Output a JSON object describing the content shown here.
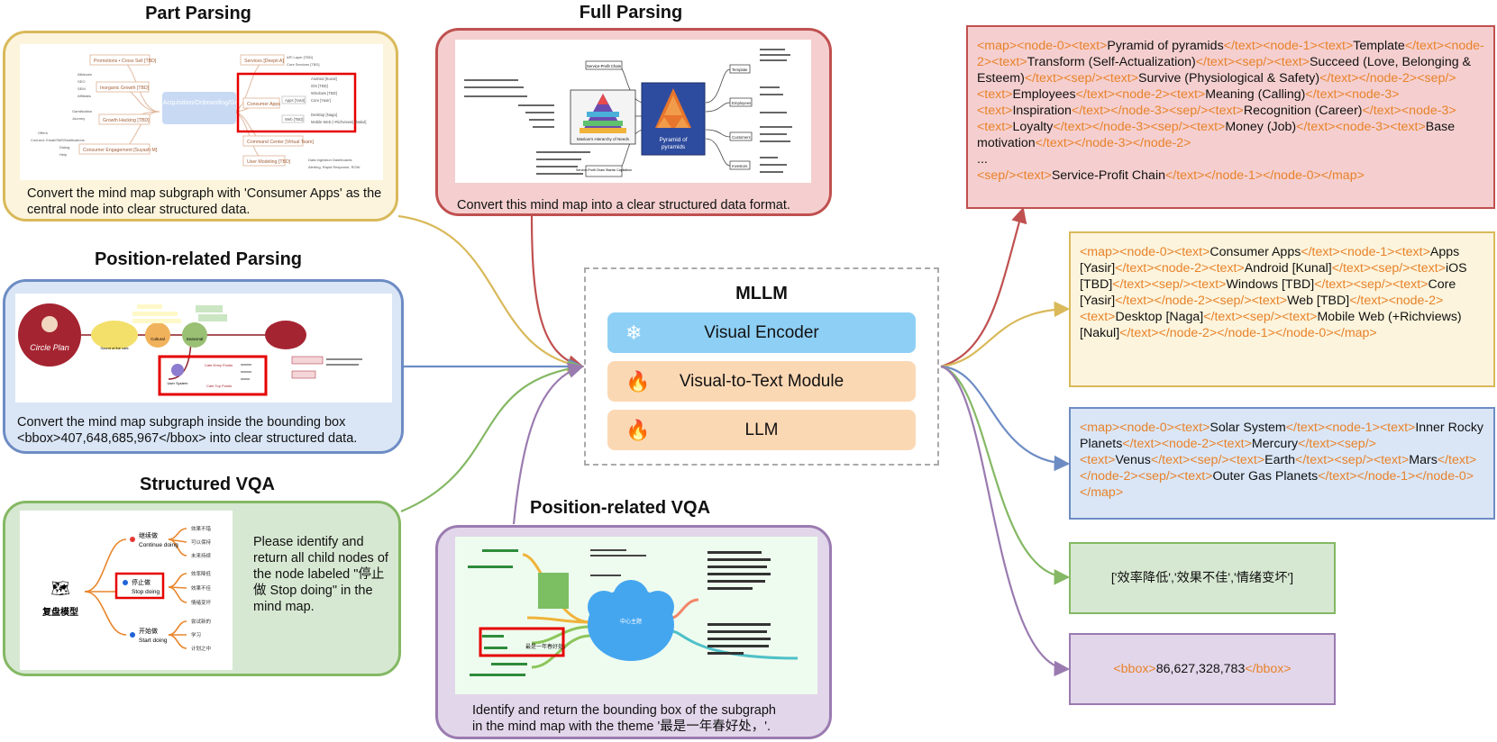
{
  "sections": {
    "part_parsing": "Part Parsing",
    "full_parsing": "Full Parsing",
    "position_parsing": "Position-related Parsing",
    "structured_vqa": "Structured VQA",
    "position_vqa": "Position-related VQA"
  },
  "captions": {
    "part_parsing": "Convert the mind map subgraph with 'Consumer Apps' as the central node into clear structured data.",
    "full_parsing": "Convert this mind map into a clear structured data format.",
    "position_parsing_1": "Convert the mind map subgraph inside the bounding box",
    "position_parsing_2": "<bbox>407,648,685,967</bbox> into clear structured data.",
    "structured_vqa": "Please identify and return all child nodes of the node labeled \"停止做 Stop doing\" in the mind map.",
    "position_vqa_1": "Identify and return the bounding box of the subgraph",
    "position_vqa_2": "in the mind map with the theme '最是一年春好处，'."
  },
  "mllm": {
    "title": "MLLM",
    "visual_encoder": "Visual Encoder",
    "v2t_module": "Visual-to-Text Module",
    "llm": "LLM",
    "frozen_icon": "snowflake-icon",
    "trainable_icon": "fire-icon"
  },
  "thumbs": {
    "part": {
      "center": "User Acquisition/Onboarding/Growth",
      "left_nodes": [
        "Promotions • Cross Sell [TBD]",
        "Inorganic Growth [TBD]",
        "Growth Hacking [TBD]",
        "Consumer Engagement [Suyash M]"
      ],
      "right_nodes": [
        "Services [Deepti A]",
        "Consumer Apps",
        "Command Center [Virtual Team]",
        "User Modeling [TBD]"
      ],
      "apps_children": [
        "Apps [Yasir]",
        "Web [TBD]"
      ],
      "leaf_nodes": [
        "Android [Kunal]",
        "iOS [TBD]",
        "Windows [TBD]",
        "Core [Yasir]",
        "Desktop [Naga]",
        "Mobile Web (+Richviews) [Nakul]"
      ]
    },
    "full": {
      "center_1": "Pyramid of",
      "center_2": "pyramids",
      "maslow": "Maslow's Hierarchy of Needs",
      "top_node": "Service-Profit Chain",
      "bottom_node": "Service-Profit Chain Starbic Capitalism",
      "right_nodes": [
        "Template",
        "Employees",
        "Customers",
        "Investors"
      ]
    },
    "pos": {
      "main": "Circle Plan",
      "nodes": [
        "Sound of the cafe",
        "Cultural",
        "Seasonal",
        "User System"
      ],
      "sub": [
        "Cafe Entry Points",
        "Cafe Top Points"
      ]
    },
    "svqa": {
      "root": "复盘模型",
      "b1_cn": "继续做",
      "b1_en": "Continue doing",
      "b2_cn": "停止做",
      "b2_en": "Stop doing",
      "b3_cn": "开始做",
      "b3_en": "Start doing",
      "b1_leaves": [
        "效果不错",
        "可以保持",
        "未来持续"
      ],
      "b2_leaves": [
        "效率降低",
        "效果不佳",
        "情绪变坏"
      ],
      "b3_leaves": [
        "尝试新的",
        "学习",
        "计划之中"
      ]
    },
    "pvqa": {
      "cloud": "中心主题",
      "highlight": "最是一年春好处，"
    }
  },
  "outputs": {
    "full": [
      {
        "t": "<map><node-0><text>",
        "c": true
      },
      {
        "t": "Pyramid of pyramids"
      },
      {
        "t": "</text><node-1><text>",
        "c": true
      },
      {
        "t": "Template"
      },
      {
        "t": "</text><node-2><text>",
        "c": true
      },
      {
        "t": "Transform (Self-Actualization)"
      },
      {
        "t": "</text><sep/><text>",
        "c": true
      },
      {
        "t": "Succeed (Love, Belonging & Esteem)"
      },
      {
        "t": "</text><sep/><text>",
        "c": true
      },
      {
        "t": "Survive (Physiological & Safety)"
      },
      {
        "t": "</text></node-2><sep/><text>",
        "c": true
      },
      {
        "t": "Employees"
      },
      {
        "t": "</text><node-2><text>",
        "c": true
      },
      {
        "t": "Meaning (Calling)"
      },
      {
        "t": "</text><node-3><text>",
        "c": true
      },
      {
        "t": "Inspiration"
      },
      {
        "t": "</text></node-3><sep/><text>",
        "c": true
      },
      {
        "t": "Recognition (Career)"
      },
      {
        "t": "</text><node-3><text>",
        "c": true
      },
      {
        "t": "Loyalty"
      },
      {
        "t": "</text></node-3><sep/><text>",
        "c": true
      },
      {
        "t": "Money (Job)"
      },
      {
        "t": "</text><node-3><text>",
        "c": true
      },
      {
        "t": "Base motivation"
      },
      {
        "t": "</text></node-3></node-2>",
        "c": true
      }
    ],
    "full_ellipsis": "...",
    "full_end": [
      {
        "t": "<sep/><text>",
        "c": true
      },
      {
        "t": "Service-Profit Chain"
      },
      {
        "t": "</text></node-1></node-0></map>",
        "c": true
      }
    ],
    "part": [
      {
        "t": "<map><node-0><text>",
        "c": true
      },
      {
        "t": "Consumer Apps"
      },
      {
        "t": "</text><node-1><text>",
        "c": true
      },
      {
        "t": "Apps [Yasir]"
      },
      {
        "t": "</text><node-2><text>",
        "c": true
      },
      {
        "t": "Android [Kunal]"
      },
      {
        "t": "</text><sep/><text>",
        "c": true
      },
      {
        "t": "iOS [TBD]"
      },
      {
        "t": "</text><sep/><text>",
        "c": true
      },
      {
        "t": "Windows [TBD]"
      },
      {
        "t": "</text><sep/><text>",
        "c": true
      },
      {
        "t": "Core [Yasir]"
      },
      {
        "t": "</text></node-2><sep/><text>",
        "c": true
      },
      {
        "t": "Web [TBD]"
      },
      {
        "t": "</text><node-2><text>",
        "c": true
      },
      {
        "t": "Desktop [Naga]"
      },
      {
        "t": "</text><sep/><text>",
        "c": true
      },
      {
        "t": "Mobile Web (+Richviews) [Nakul]"
      },
      {
        "t": "</text></node-2></node-1></node-0></map>",
        "c": true
      }
    ],
    "pos": [
      {
        "t": "<map><node-0><text>",
        "c": true
      },
      {
        "t": "Solar System"
      },
      {
        "t": "</text><node-1><text>",
        "c": true
      },
      {
        "t": "Inner Rocky Planets"
      },
      {
        "t": "</text><node-2><text>",
        "c": true
      },
      {
        "t": "Mercury"
      },
      {
        "t": "</text><sep/><text>",
        "c": true
      },
      {
        "t": "Venus"
      },
      {
        "t": "</text><sep/><text>",
        "c": true
      },
      {
        "t": "Earth"
      },
      {
        "t": "</text><sep/><text>",
        "c": true
      },
      {
        "t": "Mars"
      },
      {
        "t": "</text></node-2><sep/><text>",
        "c": true
      },
      {
        "t": "Outer Gas Planets"
      },
      {
        "t": "</text></node-1></node-0></map>",
        "c": true
      }
    ],
    "svqa": "['效率降低','效果不佳','情绪变坏']",
    "pvqa": [
      {
        "t": "<bbox>",
        "c": true
      },
      {
        "t": "86,627,328,783"
      },
      {
        "t": "</bbox>",
        "c": true
      }
    ]
  },
  "colors": {
    "yellow_border": "#d9b95a",
    "yellow_fill": "#fcf4dc",
    "red_border": "#c05050",
    "red_fill": "#f5cfcf",
    "blue_border": "#6d8cc4",
    "blue_fill": "#dae6f6",
    "green_border": "#84b864",
    "green_fill": "#d7e8d2",
    "purple_border": "#9a7bb0",
    "purple_fill": "#e2d6ea",
    "tag_orange": "#e8822a",
    "encoder_fill": "#8ecff5",
    "module_fill": "#fbd8b4"
  }
}
